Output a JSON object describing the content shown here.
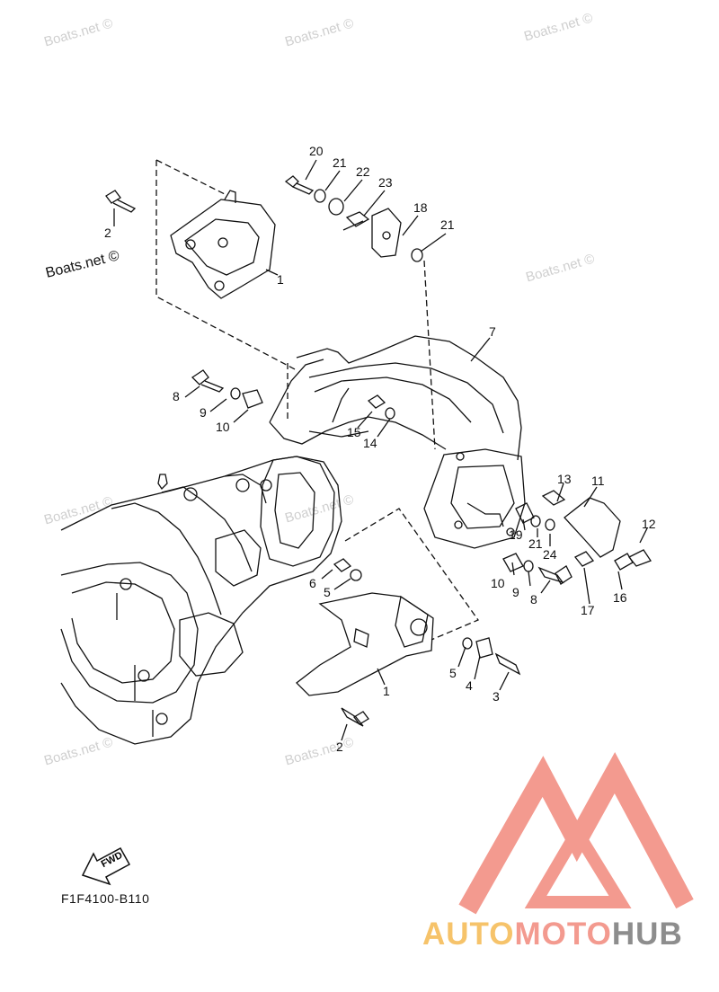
{
  "watermarks": [
    "Boats.net ©",
    "Boats.net ©",
    "Boats.net ©",
    "Boats.net ©",
    "Boats.net ©",
    "Boats.net ©",
    "Boats.net ©",
    "Boats.net ©"
  ],
  "watermark_dark": "Boats.net ©",
  "callouts": [
    "20",
    "21",
    "22",
    "23",
    "18",
    "21",
    "2",
    "1",
    "7",
    "8",
    "9",
    "10",
    "15",
    "14",
    "13",
    "11",
    "12",
    "19",
    "21",
    "24",
    "16",
    "17",
    "10",
    "9",
    "8",
    "6",
    "5",
    "1",
    "5",
    "4",
    "3",
    "2"
  ],
  "diagram_code": "F1F4100-B110",
  "fwd_label": "FWD",
  "brand": {
    "part1": "AUTO",
    "part2": "MOTO",
    "part3": "HUB"
  },
  "colors": {
    "logo_red": "#f39a8f",
    "logo_yellow": "#f6c36a",
    "logo_gray": "#8d8d8d",
    "watermark": "#cfcfcf",
    "line": "#111111"
  }
}
